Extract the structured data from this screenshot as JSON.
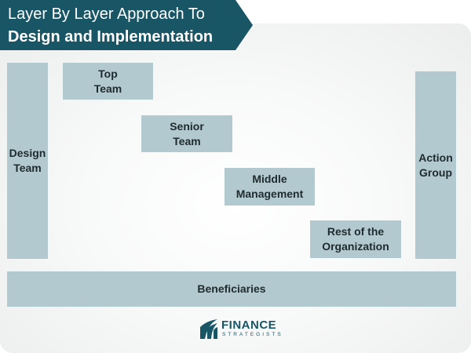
{
  "title": {
    "line1": "Layer By Layer Approach To",
    "line2": "Design and Implementation"
  },
  "boxes": {
    "design_team": "Design\nTeam",
    "top_team": "Top\nTeam",
    "senior_team": "Senior\nTeam",
    "middle_management": "Middle\nManagement",
    "rest_of_organization": "Rest of the\nOrganization",
    "action_group": "Action\nGroup",
    "beneficiaries": "Beneficiaries"
  },
  "logo": {
    "name": "FINANCE",
    "sub": "STRATEGISTS",
    "icon": "finance-strategists-logo-icon"
  },
  "colors": {
    "banner": "#185565",
    "box": "#b2cacf",
    "box_text": "#1f2a2e"
  }
}
